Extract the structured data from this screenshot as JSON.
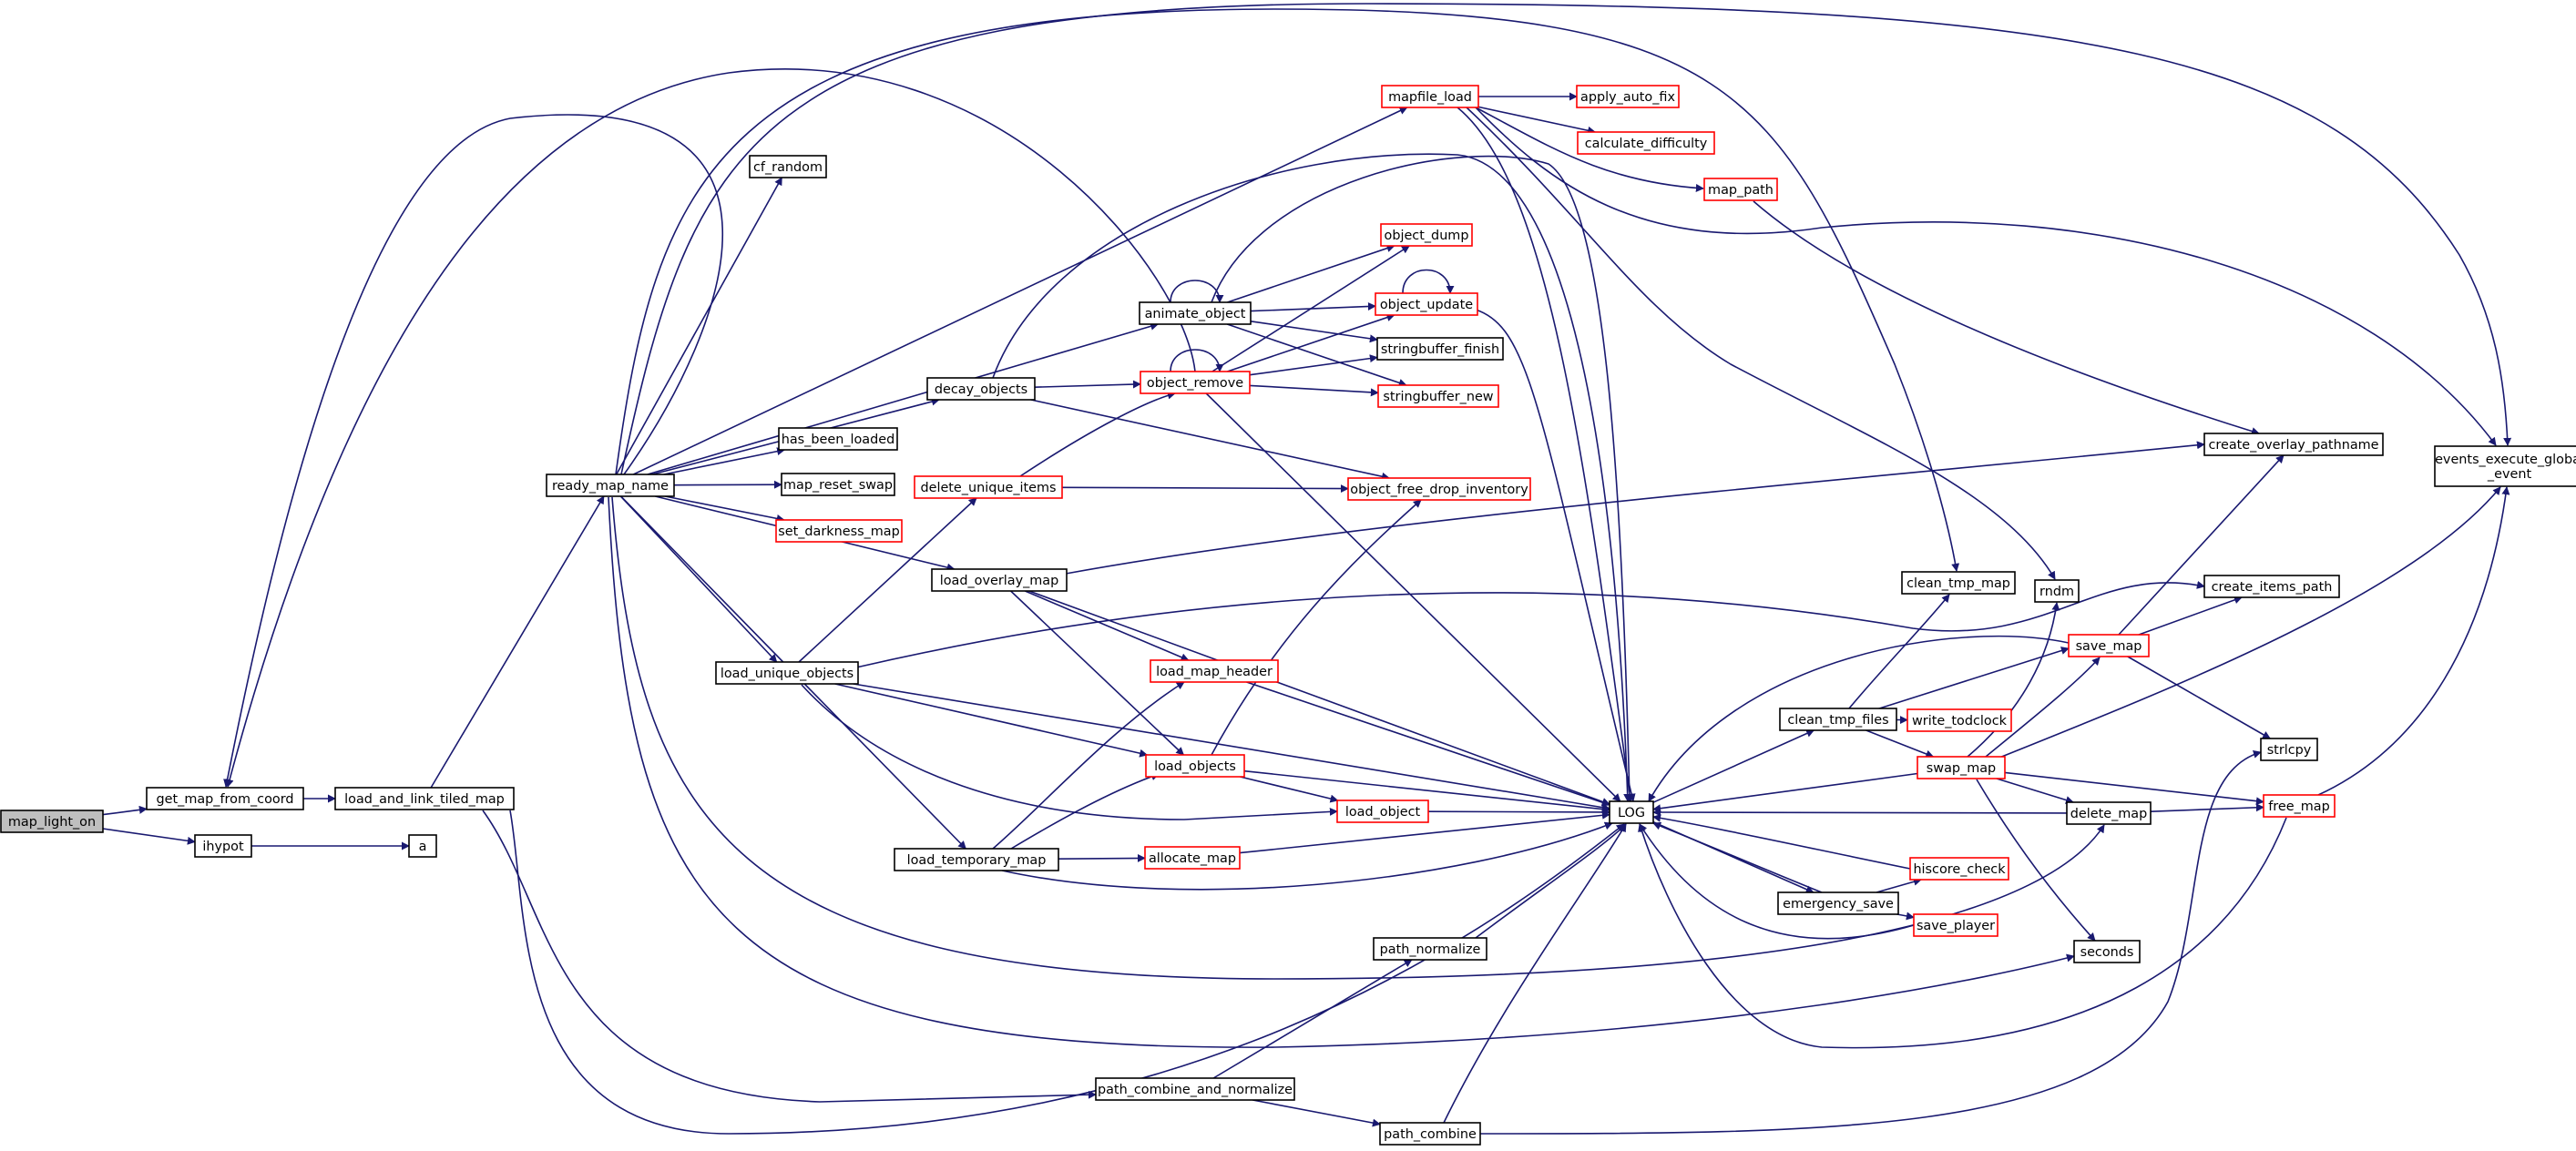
{
  "colors": {
    "edge": "#191970",
    "border_documented": "#000000",
    "border_truncated": "#ff0000",
    "root_fill": "#bfbfbf",
    "node_fill": "#ffffff"
  },
  "graph": {
    "type": "call-graph",
    "root": "map_light_on",
    "nodes": [
      {
        "id": "map_light_on",
        "label": "map_light_on",
        "style": "root"
      },
      {
        "id": "get_map_from_coord",
        "label": "get_map_from_coord",
        "style": "normal"
      },
      {
        "id": "ihypot",
        "label": "ihypot",
        "style": "normal"
      },
      {
        "id": "load_and_link_tiled_map",
        "label": "load_and_link_tiled_map",
        "style": "normal"
      },
      {
        "id": "a",
        "label": "a",
        "style": "normal"
      },
      {
        "id": "ready_map_name",
        "label": "ready_map_name",
        "style": "normal"
      },
      {
        "id": "path_combine_and_normalize",
        "label": "path_combine_and_normalize",
        "style": "normal"
      },
      {
        "id": "LOG",
        "label": "LOG",
        "style": "normal"
      },
      {
        "id": "cf_random",
        "label": "cf_random",
        "style": "normal"
      },
      {
        "id": "has_been_loaded",
        "label": "has_been_loaded",
        "style": "normal"
      },
      {
        "id": "map_reset_swap",
        "label": "map_reset_swap",
        "style": "normal"
      },
      {
        "id": "set_darkness_map",
        "label": "set_darkness_map",
        "style": "truncated"
      },
      {
        "id": "load_overlay_map",
        "label": "load_overlay_map",
        "style": "normal"
      },
      {
        "id": "load_unique_objects",
        "label": "load_unique_objects",
        "style": "normal"
      },
      {
        "id": "load_temporary_map",
        "label": "load_temporary_map",
        "style": "normal"
      },
      {
        "id": "decay_objects",
        "label": "decay_objects",
        "style": "normal"
      },
      {
        "id": "animate_object",
        "label": "animate_object",
        "style": "normal"
      },
      {
        "id": "mapfile_load",
        "label": "mapfile_load",
        "style": "truncated"
      },
      {
        "id": "delete_unique_items",
        "label": "delete_unique_items",
        "style": "truncated"
      },
      {
        "id": "load_map_header",
        "label": "load_map_header",
        "style": "truncated"
      },
      {
        "id": "load_objects",
        "label": "load_objects",
        "style": "truncated"
      },
      {
        "id": "allocate_map",
        "label": "allocate_map",
        "style": "truncated"
      },
      {
        "id": "load_object",
        "label": "load_object",
        "style": "truncated"
      },
      {
        "id": "object_remove",
        "label": "object_remove",
        "style": "truncated"
      },
      {
        "id": "object_free_drop_inventory",
        "label": "object_free_drop_inventory",
        "style": "truncated"
      },
      {
        "id": "object_dump",
        "label": "object_dump",
        "style": "truncated"
      },
      {
        "id": "object_update",
        "label": "object_update",
        "style": "truncated"
      },
      {
        "id": "stringbuffer_finish",
        "label": "stringbuffer_finish",
        "style": "normal"
      },
      {
        "id": "stringbuffer_new",
        "label": "stringbuffer_new",
        "style": "truncated"
      },
      {
        "id": "apply_auto_fix",
        "label": "apply_auto_fix",
        "style": "truncated"
      },
      {
        "id": "calculate_difficulty",
        "label": "calculate_difficulty",
        "style": "truncated"
      },
      {
        "id": "map_path",
        "label": "map_path",
        "style": "truncated"
      },
      {
        "id": "path_normalize",
        "label": "path_normalize",
        "style": "normal"
      },
      {
        "id": "path_combine",
        "label": "path_combine",
        "style": "normal"
      },
      {
        "id": "clean_tmp_files",
        "label": "clean_tmp_files",
        "style": "normal"
      },
      {
        "id": "emergency_save",
        "label": "emergency_save",
        "style": "normal"
      },
      {
        "id": "clean_tmp_map",
        "label": "clean_tmp_map",
        "style": "normal"
      },
      {
        "id": "save_map",
        "label": "save_map",
        "style": "truncated"
      },
      {
        "id": "write_todclock",
        "label": "write_todclock",
        "style": "truncated"
      },
      {
        "id": "swap_map",
        "label": "swap_map",
        "style": "truncated"
      },
      {
        "id": "hiscore_check",
        "label": "hiscore_check",
        "style": "truncated"
      },
      {
        "id": "save_player",
        "label": "save_player",
        "style": "truncated"
      },
      {
        "id": "rndm",
        "label": "rndm",
        "style": "normal"
      },
      {
        "id": "create_overlay_pathname",
        "label": "create_overlay_pathname",
        "style": "normal"
      },
      {
        "id": "create_items_path",
        "label": "create_items_path",
        "style": "normal"
      },
      {
        "id": "delete_map",
        "label": "delete_map",
        "style": "normal"
      },
      {
        "id": "seconds",
        "label": "seconds",
        "style": "normal"
      },
      {
        "id": "strlcpy",
        "label": "strlcpy",
        "style": "normal"
      },
      {
        "id": "free_map",
        "label": "free_map",
        "style": "truncated"
      },
      {
        "id": "events_execute_global_event",
        "label": "events_execute_global\n_event",
        "style": "normal"
      }
    ],
    "edges": [
      [
        "map_light_on",
        "get_map_from_coord"
      ],
      [
        "map_light_on",
        "ihypot"
      ],
      [
        "get_map_from_coord",
        "load_and_link_tiled_map"
      ],
      [
        "ihypot",
        "a"
      ],
      [
        "load_and_link_tiled_map",
        "ready_map_name"
      ],
      [
        "load_and_link_tiled_map",
        "path_combine_and_normalize"
      ],
      [
        "load_and_link_tiled_map",
        "LOG"
      ],
      [
        "ready_map_name",
        "get_map_from_coord"
      ],
      [
        "ready_map_name",
        "cf_random"
      ],
      [
        "ready_map_name",
        "mapfile_load"
      ],
      [
        "ready_map_name",
        "animate_object"
      ],
      [
        "ready_map_name",
        "decay_objects"
      ],
      [
        "ready_map_name",
        "has_been_loaded"
      ],
      [
        "ready_map_name",
        "map_reset_swap"
      ],
      [
        "ready_map_name",
        "set_darkness_map"
      ],
      [
        "ready_map_name",
        "load_overlay_map"
      ],
      [
        "ready_map_name",
        "load_unique_objects"
      ],
      [
        "ready_map_name",
        "load_temporary_map"
      ],
      [
        "ready_map_name",
        "clean_tmp_map"
      ],
      [
        "ready_map_name",
        "events_execute_global_event"
      ],
      [
        "ready_map_name",
        "delete_map"
      ],
      [
        "ready_map_name",
        "seconds"
      ],
      [
        "mapfile_load",
        "apply_auto_fix"
      ],
      [
        "mapfile_load",
        "calculate_difficulty"
      ],
      [
        "mapfile_load",
        "map_path"
      ],
      [
        "mapfile_load",
        "LOG"
      ],
      [
        "mapfile_load",
        "rndm"
      ],
      [
        "mapfile_load",
        "events_execute_global_event"
      ],
      [
        "map_path",
        "create_overlay_pathname"
      ],
      [
        "animate_object",
        "animate_object"
      ],
      [
        "animate_object",
        "object_dump"
      ],
      [
        "animate_object",
        "object_update"
      ],
      [
        "animate_object",
        "stringbuffer_finish"
      ],
      [
        "animate_object",
        "stringbuffer_new"
      ],
      [
        "animate_object",
        "LOG"
      ],
      [
        "object_update",
        "object_update"
      ],
      [
        "object_update",
        "LOG"
      ],
      [
        "decay_objects",
        "object_remove"
      ],
      [
        "decay_objects",
        "object_free_drop_inventory"
      ],
      [
        "decay_objects",
        "LOG"
      ],
      [
        "object_remove",
        "object_remove"
      ],
      [
        "object_remove",
        "object_dump"
      ],
      [
        "object_remove",
        "object_update"
      ],
      [
        "object_remove",
        "stringbuffer_finish"
      ],
      [
        "object_remove",
        "stringbuffer_new"
      ],
      [
        "object_remove",
        "LOG"
      ],
      [
        "object_remove",
        "get_map_from_coord"
      ],
      [
        "delete_unique_items",
        "object_remove"
      ],
      [
        "delete_unique_items",
        "object_free_drop_inventory"
      ],
      [
        "load_overlay_map",
        "create_overlay_pathname"
      ],
      [
        "load_overlay_map",
        "LOG"
      ],
      [
        "load_overlay_map",
        "load_map_header"
      ],
      [
        "load_overlay_map",
        "load_objects"
      ],
      [
        "load_unique_objects",
        "delete_unique_items"
      ],
      [
        "load_unique_objects",
        "create_items_path"
      ],
      [
        "load_unique_objects",
        "LOG"
      ],
      [
        "load_unique_objects",
        "load_objects"
      ],
      [
        "load_unique_objects",
        "load_object"
      ],
      [
        "load_map_header",
        "LOG"
      ],
      [
        "load_objects",
        "object_free_drop_inventory"
      ],
      [
        "load_objects",
        "LOG"
      ],
      [
        "load_objects",
        "load_object"
      ],
      [
        "load_object",
        "LOG"
      ],
      [
        "load_temporary_map",
        "load_map_header"
      ],
      [
        "load_temporary_map",
        "load_objects"
      ],
      [
        "load_temporary_map",
        "allocate_map"
      ],
      [
        "load_temporary_map",
        "LOG"
      ],
      [
        "allocate_map",
        "LOG"
      ],
      [
        "path_combine_and_normalize",
        "path_normalize"
      ],
      [
        "path_combine_and_normalize",
        "path_combine"
      ],
      [
        "path_normalize",
        "LOG"
      ],
      [
        "path_combine",
        "LOG"
      ],
      [
        "path_combine",
        "strlcpy"
      ],
      [
        "LOG",
        "clean_tmp_files"
      ],
      [
        "LOG",
        "emergency_save"
      ],
      [
        "clean_tmp_files",
        "clean_tmp_map"
      ],
      [
        "clean_tmp_files",
        "save_map"
      ],
      [
        "clean_tmp_files",
        "write_todclock"
      ],
      [
        "clean_tmp_files",
        "swap_map"
      ],
      [
        "emergency_save",
        "LOG"
      ],
      [
        "emergency_save",
        "hiscore_check"
      ],
      [
        "emergency_save",
        "save_player"
      ],
      [
        "hiscore_check",
        "LOG"
      ],
      [
        "save_player",
        "LOG"
      ],
      [
        "save_map",
        "LOG"
      ],
      [
        "save_map",
        "create_overlay_pathname"
      ],
      [
        "save_map",
        "create_items_path"
      ],
      [
        "save_map",
        "strlcpy"
      ],
      [
        "swap_map",
        "LOG"
      ],
      [
        "swap_map",
        "rndm"
      ],
      [
        "swap_map",
        "save_map"
      ],
      [
        "swap_map",
        "events_execute_global_event"
      ],
      [
        "swap_map",
        "delete_map"
      ],
      [
        "swap_map",
        "free_map"
      ],
      [
        "swap_map",
        "seconds"
      ],
      [
        "delete_map",
        "LOG"
      ],
      [
        "delete_map",
        "free_map"
      ],
      [
        "free_map",
        "LOG"
      ],
      [
        "free_map",
        "events_execute_global_event"
      ]
    ]
  }
}
